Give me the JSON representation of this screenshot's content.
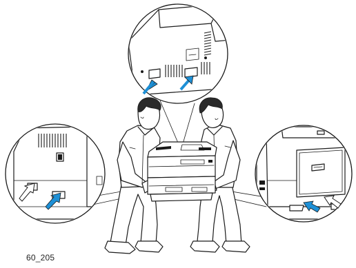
{
  "figure": {
    "caption_code": "60_205"
  },
  "callouts": [
    {
      "id": "top-rear",
      "arrows": 2,
      "arrow_style": "filled"
    },
    {
      "id": "left-side",
      "arrows": 2,
      "arrow_style": "outline-and-filled"
    },
    {
      "id": "right-side",
      "arrows": 2,
      "arrow_style": "filled-and-outline"
    }
  ],
  "colors": {
    "line_art": "#1a1a1a",
    "arrow_fill": "#1e90d6",
    "background": "#ffffff"
  }
}
